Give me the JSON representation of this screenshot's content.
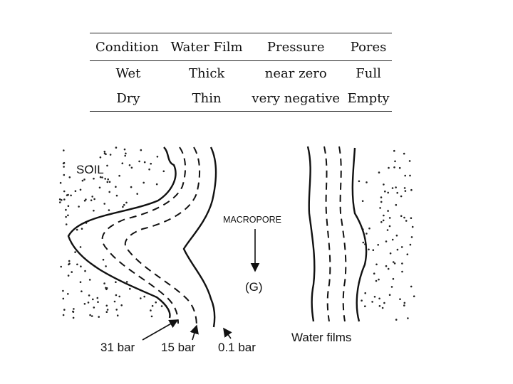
{
  "table": {
    "headers": [
      "Condition",
      "Water Film",
      "Pressure",
      "Pores"
    ],
    "rows": [
      [
        "Wet",
        "Thick",
        "near zero",
        "Full"
      ],
      [
        "Dry",
        "Thin",
        "very negative",
        "Empty"
      ]
    ]
  },
  "diagram": {
    "soil_label": "SOIL",
    "macropore_label": "MACROPORE",
    "gravity_label": "(G)",
    "water_films_label": "Water films",
    "pressure_labels": [
      "31 bar",
      "15 bar",
      "0.1 bar"
    ]
  }
}
